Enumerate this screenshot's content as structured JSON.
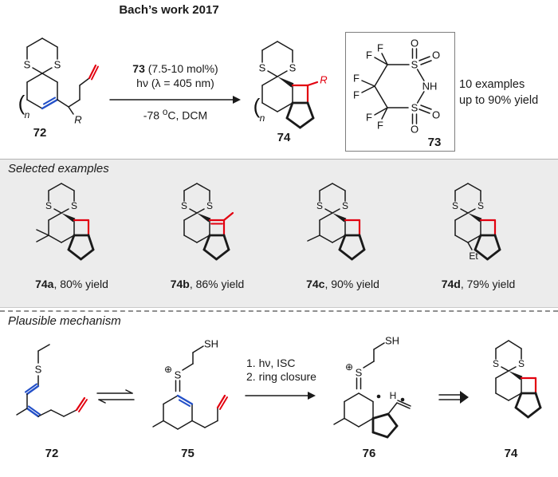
{
  "title": "Bach’s work 2017",
  "scheme": {
    "reactant_label": "72",
    "product_label": "74",
    "catalyst_label": "73",
    "conditions": {
      "cat_bold": "73",
      "cat_rest": " (7.5-10 mol%)",
      "light": "hν (λ = 405 nm)",
      "temp_pre": "-78 ",
      "temp_sup": "o",
      "temp_post": "C, DCM"
    },
    "note_line1": "10 examples",
    "note_line2": "up to 90% yield"
  },
  "examples": {
    "header": "Selected examples",
    "items": [
      {
        "id": "74a",
        "suffix": ", 80% yield"
      },
      {
        "id": "74b",
        "suffix": ", 86% yield"
      },
      {
        "id": "74c",
        "suffix": ", 90% yield"
      },
      {
        "id": "74d",
        "suffix": ", 79% yield"
      }
    ]
  },
  "mechanism": {
    "header": "Plausible mechanism",
    "step1": "1. hν, ISC",
    "step2": "2. ring closure",
    "labels": {
      "start": "72",
      "int1": "75",
      "int2": "76",
      "product": "74"
    }
  },
  "atoms": {
    "s": "S",
    "sh": "SH",
    "nh": "NH",
    "o": "O",
    "f": "F",
    "r": "R",
    "et": "Et",
    "h": "H",
    "n": "n",
    "bracket": "(",
    "plus": "⊕"
  },
  "colors": {
    "bond": "#1a1a1a",
    "blue": "#2350c8",
    "red": "#e2000f",
    "panel_bg": "#ececec"
  }
}
